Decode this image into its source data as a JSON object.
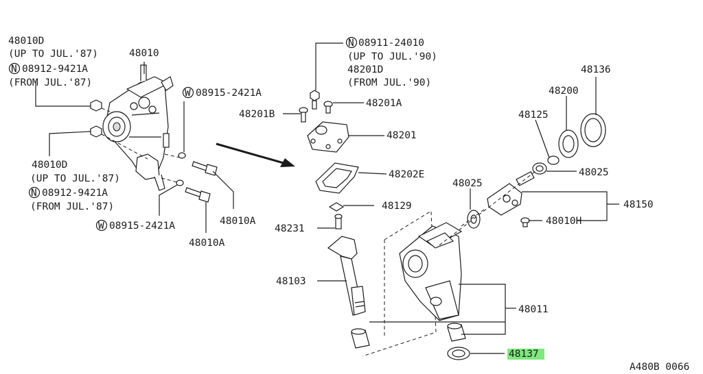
{
  "diagram": {
    "code": "A480B 0066",
    "highlight_color": "#7de87d",
    "labels": {
      "l48010D_top": "48010D",
      "l48010D_top_note": "(UP TO JUL.'87)",
      "l08912_top": "08912-9421A",
      "l08912_top_note": "(FROM JUL.'87)",
      "l48010_main": "48010",
      "l08915_top": "08915-2421A",
      "l48010D_bot": "48010D",
      "l48010D_bot_note": "(UP TO JUL.'87)",
      "l08912_bot": "08912-9421A",
      "l08912_bot_note": "(FROM JUL.'87)",
      "l08915_bot": "08915-2421A",
      "l48010A_a": "48010A",
      "l48010A_b": "48010A",
      "l08911": "08911-24010",
      "l08911_note": "(UP TO JUL.'90)",
      "l48201D": "48201D",
      "l48201D_note": "(FROM JUL.'90)",
      "l48201B": "48201B",
      "l48201A": "48201A",
      "l48201": "48201",
      "l48202E": "48202E",
      "l48129": "48129",
      "l48231": "48231",
      "l48103": "48103",
      "l48136": "48136",
      "l48200": "48200",
      "l48125": "48125",
      "l48025_a": "48025",
      "l48025_b": "48025",
      "l48150": "48150",
      "l48010H": "48010H",
      "l48011": "48011",
      "l48137": "48137"
    },
    "markers": {
      "n": "N",
      "w": "W"
    }
  }
}
